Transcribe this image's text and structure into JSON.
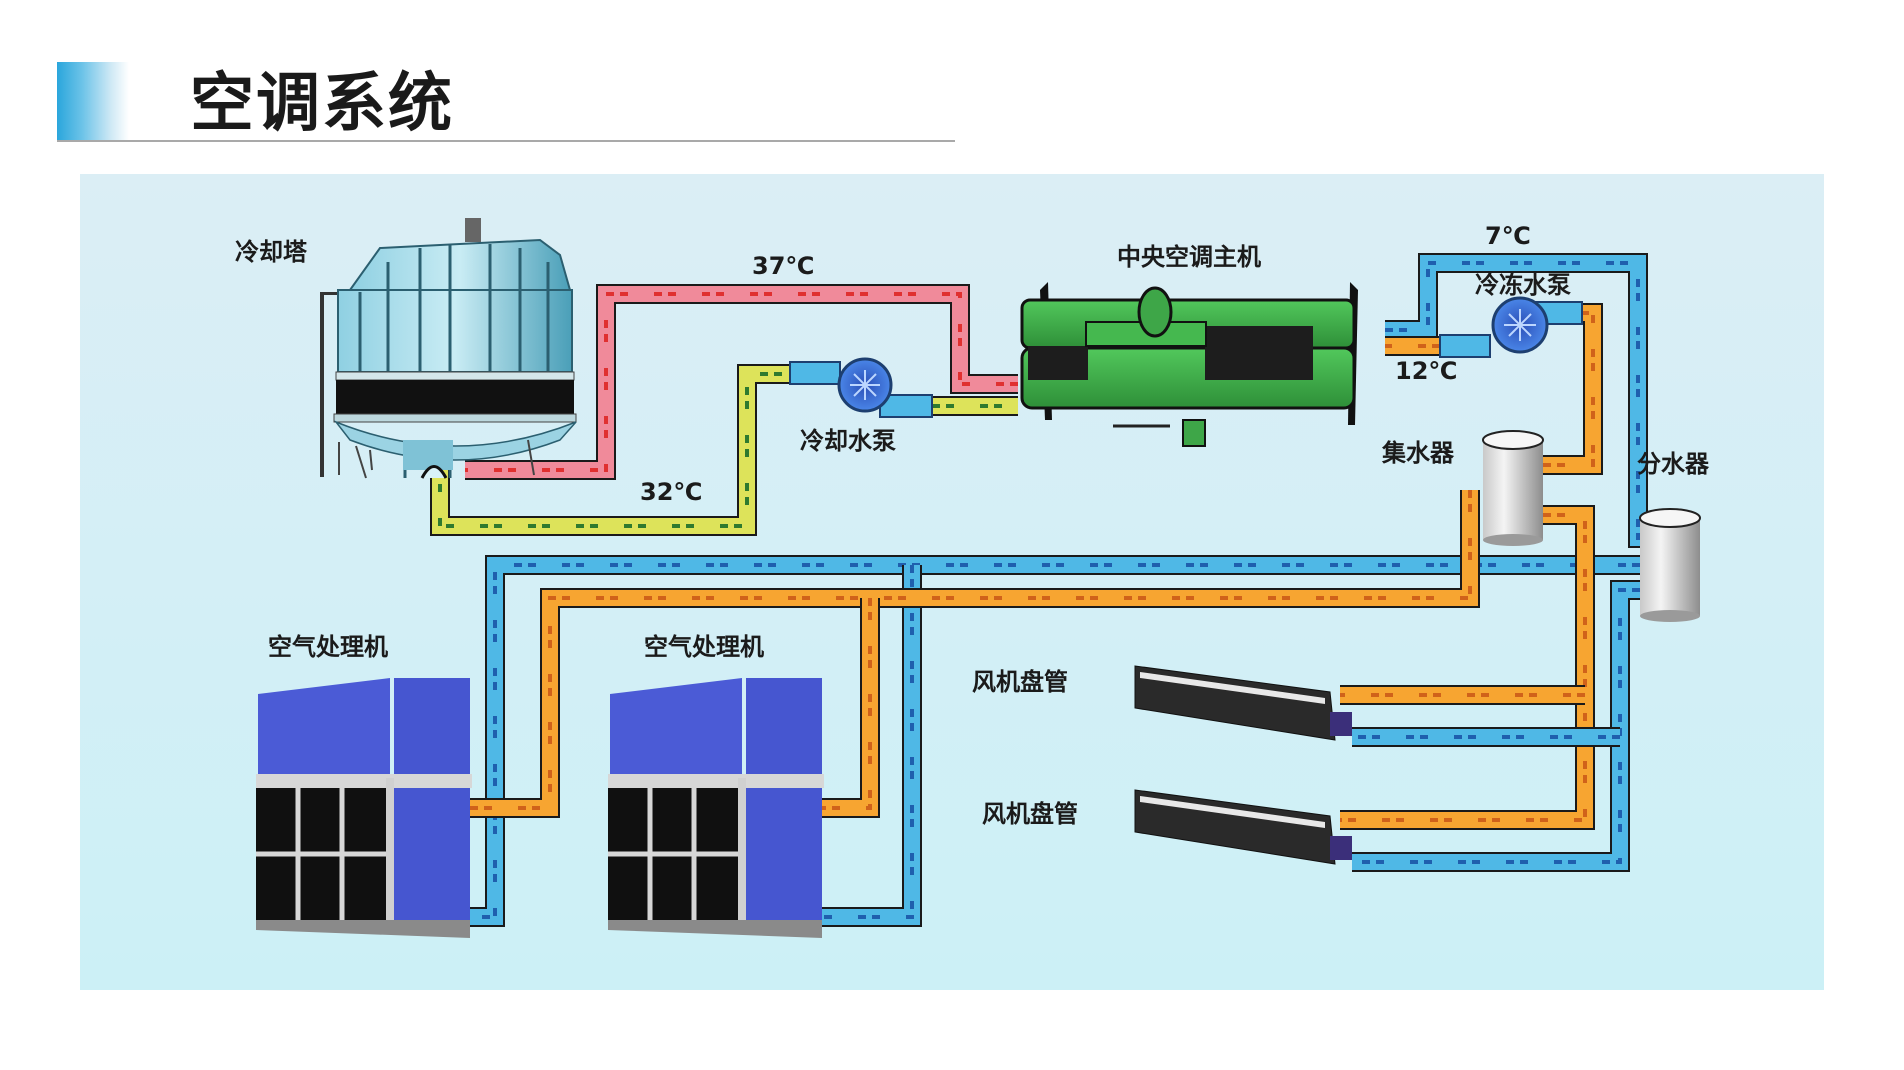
{
  "header": {
    "title": "空调系统"
  },
  "diagram": {
    "components": {
      "cooling_tower": "冷却塔",
      "cooling_pump": "冷却水泵",
      "chiller": "中央空调主机",
      "chilled_pump": "冷冻水泵",
      "collector": "集水器",
      "distributor": "分水器",
      "ahu_1": "空气处理机",
      "ahu_2": "空气处理机",
      "fcu_1": "风机盘管",
      "fcu_2": "风机盘管"
    },
    "temperatures": {
      "cooling_return": "37℃",
      "cooling_supply": "32℃",
      "chilled_supply": "7℃",
      "chilled_return": "12℃"
    },
    "pipe_colors": {
      "cooling_hot": "#f08a9a",
      "cooling_cold": "#dde35a",
      "chilled_supply": "#4fb8e6",
      "chilled_return": "#f7a531",
      "arrow_red": "#e03030",
      "arrow_green": "#2f7a2f",
      "arrow_blue": "#1f5fae",
      "arrow_orange": "#d0621a"
    },
    "equipment_colors": {
      "tower": "#6fc0d6",
      "chiller": "#3fb24a",
      "pump": "#3c6fd8",
      "ahu": "#4a5fd9",
      "vessel": "#e6e6e6"
    }
  }
}
